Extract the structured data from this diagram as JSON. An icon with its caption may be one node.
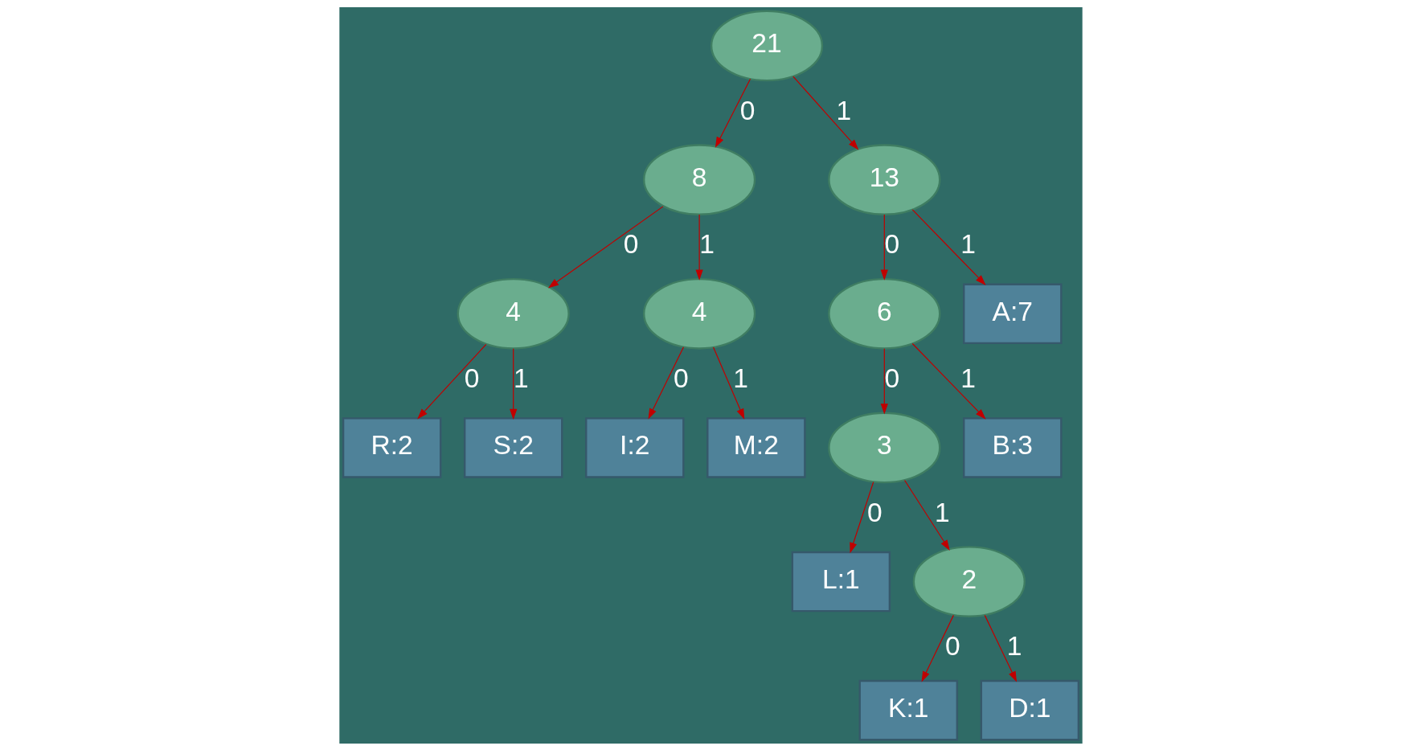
{
  "diagram": {
    "nodes": [
      {
        "text": [
          "21"
        ]
      },
      {
        "text": [
          "8"
        ]
      },
      {
        "text": [
          "13"
        ]
      },
      {
        "text": [
          "4"
        ]
      },
      {
        "text": [
          "4"
        ]
      },
      {
        "text": [
          "6"
        ]
      },
      {
        "text": [
          "A:7"
        ]
      },
      {
        "text": [
          "3"
        ]
      },
      {
        "text": [
          "B:3"
        ]
      },
      {
        "text": [
          "R:2"
        ]
      },
      {
        "text": [
          "S:2"
        ]
      },
      {
        "text": [
          "I:2"
        ]
      },
      {
        "text": [
          "M:2"
        ]
      },
      {
        "text": [
          "L:1"
        ]
      },
      {
        "text": [
          "2"
        ]
      },
      {
        "text": [
          "K:1"
        ]
      },
      {
        "text": [
          "D:1"
        ]
      }
    ],
    "edges": [
      {
        "from": 0,
        "to": 1,
        "arrow": "to",
        "label": "0"
      },
      {
        "from": 0,
        "to": 2,
        "arrow": "to",
        "label": "1"
      },
      {
        "from": 1,
        "to": 3,
        "arrow": "to",
        "label": "0"
      },
      {
        "from": 1,
        "to": 4,
        "arrow": "to",
        "label": "1"
      },
      {
        "from": 2,
        "to": 5,
        "arrow": "to",
        "label": "0"
      },
      {
        "from": 2,
        "to": 6,
        "arrow": "to",
        "label": "1"
      },
      {
        "from": 3,
        "to": 9,
        "arrow": "to",
        "label": "0"
      },
      {
        "from": 3,
        "to": 10,
        "arrow": "to",
        "label": "1"
      },
      {
        "from": 4,
        "to": 11,
        "arrow": "to",
        "label": "0"
      },
      {
        "from": 4,
        "to": 12,
        "arrow": "to",
        "label": "1"
      },
      {
        "from": 5,
        "to": 7,
        "arrow": "to",
        "label": "0"
      },
      {
        "from": 5,
        "to": 8,
        "arrow": "to",
        "label": "1"
      },
      {
        "from": 7,
        "to": 13,
        "arrow": "to",
        "label": "0"
      },
      {
        "from": 7,
        "to": 14,
        "arrow": "to",
        "label": "1"
      },
      {
        "from": 14,
        "to": 15,
        "arrow": "to",
        "label": "0"
      },
      {
        "from": 14,
        "to": 16,
        "arrow": "to",
        "label": "1"
      }
    ]
  }
}
